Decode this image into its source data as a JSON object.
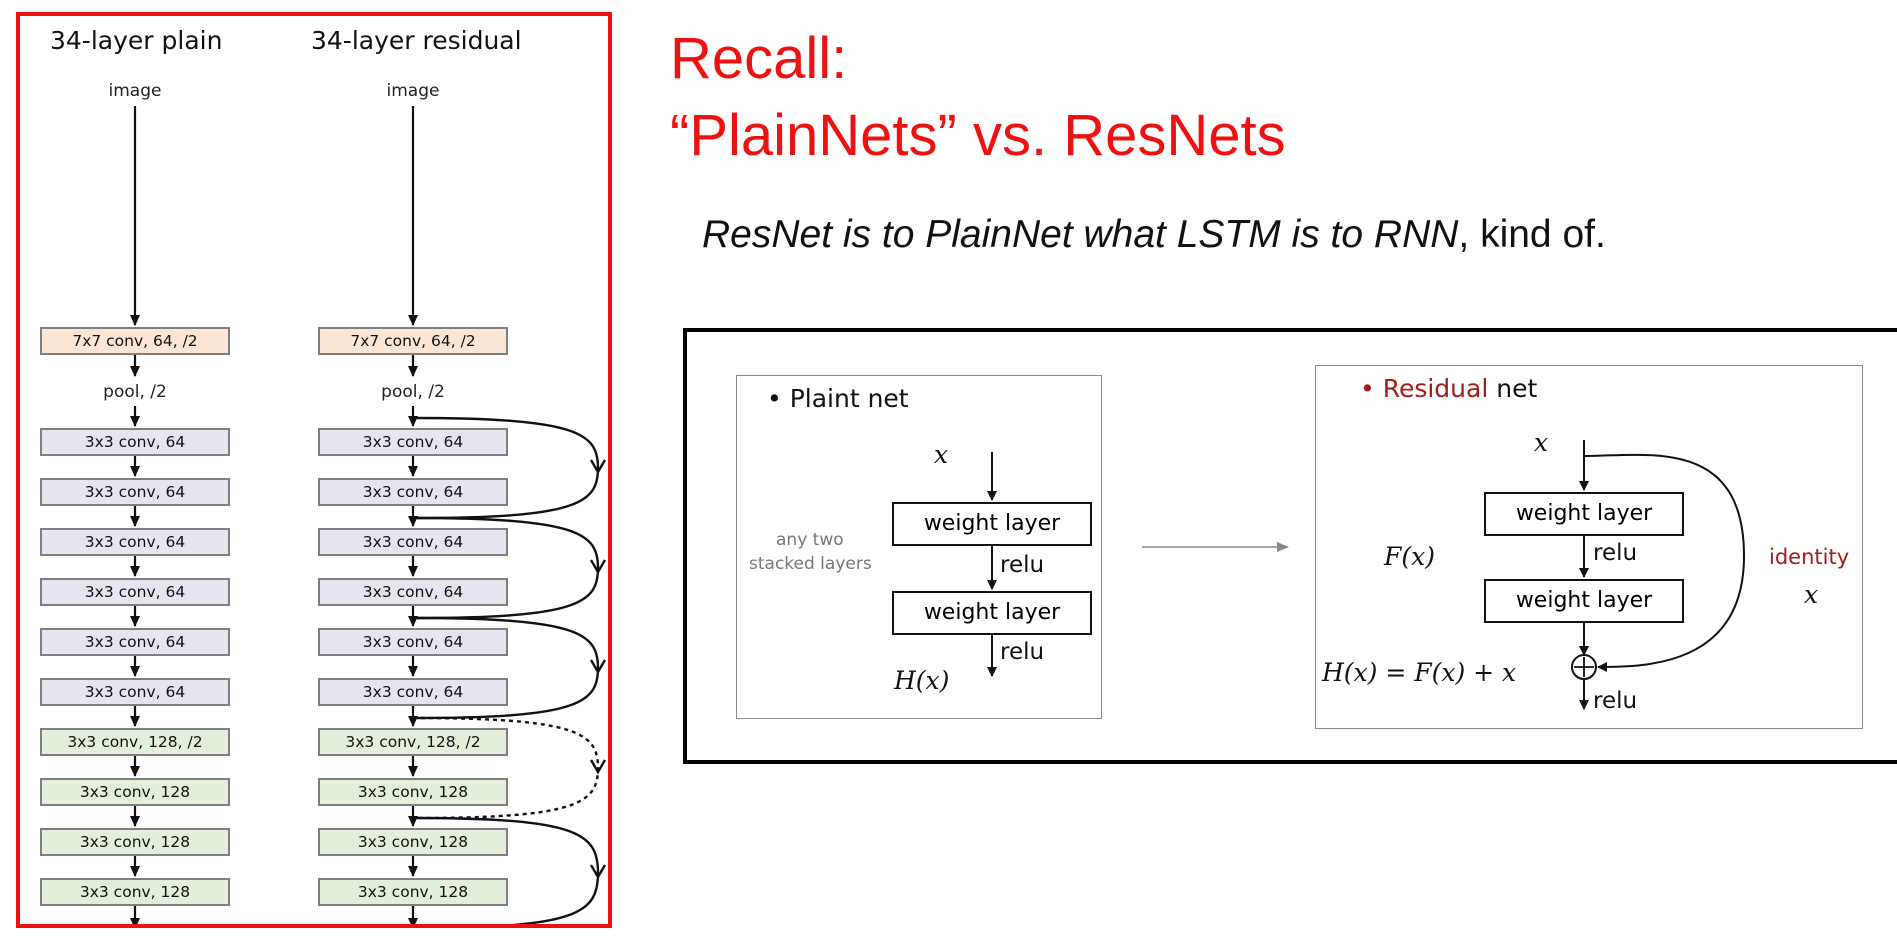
{
  "left_panel": {
    "plain_title": "34-layer plain",
    "residual_title": "34-layer residual",
    "image_label": "image",
    "pool_label": "pool, /2",
    "layers": [
      {
        "label": "7x7 conv, 64, /2",
        "color": "#fbe5d6"
      },
      {
        "label": "3x3 conv, 64",
        "color": "#e5e4ef"
      },
      {
        "label": "3x3 conv, 64",
        "color": "#e5e4ef"
      },
      {
        "label": "3x3 conv, 64",
        "color": "#e5e4ef"
      },
      {
        "label": "3x3 conv, 64",
        "color": "#e5e4ef"
      },
      {
        "label": "3x3 conv, 64",
        "color": "#e5e4ef"
      },
      {
        "label": "3x3 conv, 64",
        "color": "#e5e4ef"
      },
      {
        "label": "3x3 conv, 128, /2",
        "color": "#e4efdb"
      },
      {
        "label": "3x3 conv, 128",
        "color": "#e4efdb"
      },
      {
        "label": "3x3 conv, 128",
        "color": "#e4efdb"
      },
      {
        "label": "3x3 conv, 128",
        "color": "#e4efdb"
      }
    ],
    "border_color": "#ee1111"
  },
  "slide": {
    "title_line1": "Recall:",
    "title_line2": "“PlainNets” vs. ResNets",
    "subtitle_italic": "ResNet is to PlainNet what LSTM is to RNN",
    "subtitle_rest": ", kind of.",
    "title_color": "#ee1111"
  },
  "comparison": {
    "plain": {
      "heading": "• Plaint net",
      "input": "x",
      "side_note_line1": "any two",
      "side_note_line2": "stacked layers",
      "layer1": "weight layer",
      "relu1": "relu",
      "layer2": "weight layer",
      "relu2": "relu",
      "output": "H(x)"
    },
    "residual": {
      "heading_bullet": "•",
      "heading_colored": "Residual",
      "heading_rest": "net",
      "input": "x",
      "fx_label": "F(x)",
      "layer1": "weight layer",
      "relu1": "relu",
      "layer2": "weight layer",
      "identity_label": "identity",
      "identity_x": "x",
      "output_eq": "H(x) = F(x) + x",
      "relu_out": "relu",
      "accent_color": "#a31c1c"
    }
  }
}
